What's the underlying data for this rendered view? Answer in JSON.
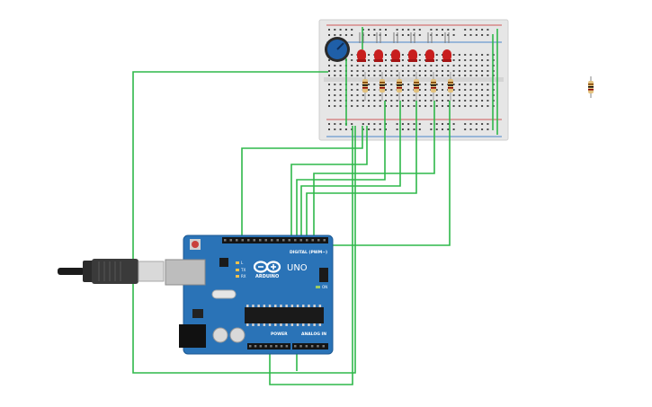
{
  "arduino": {
    "brand": "ARDUINO",
    "model": "UNO",
    "digital_header": "DIGITAL (PWM~)",
    "power_header": "POWER",
    "analog_header": "ANALOG IN",
    "led_l": "L",
    "led_tx": "TX",
    "led_rx": "RX",
    "led_on": "ON"
  },
  "breadboard": {
    "rows": 30
  },
  "colors": {
    "wire": "#2fb84a",
    "board": "#2a73b7",
    "breadboard": "#e6e6e6",
    "led": "#c81e1e",
    "potentiometer": "#1f5fa8",
    "resistor_body": "#e3c27e"
  },
  "components": {
    "leds": 6,
    "resistors_on_board": 6,
    "spare_resistor": 1,
    "potentiometer": 1,
    "usb_cable": 1
  }
}
